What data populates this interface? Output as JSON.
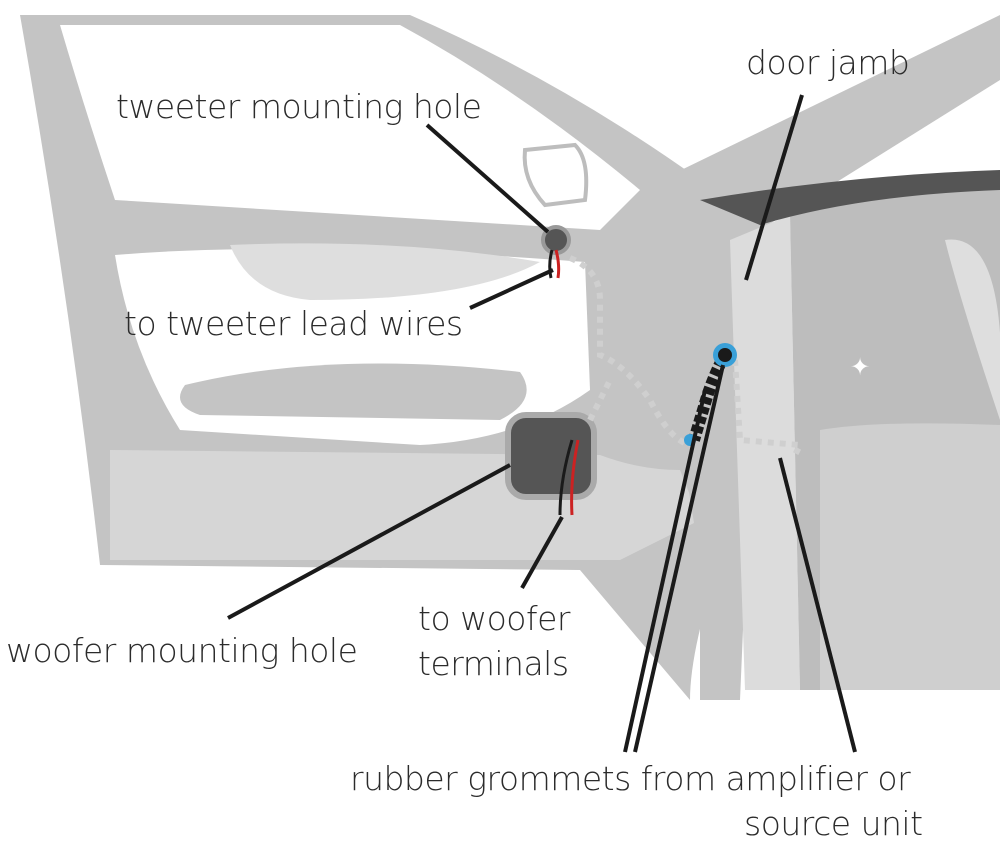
{
  "labels": {
    "door_jamb": "door jamb",
    "tweeter_hole": "tweeter mounting hole",
    "tweeter_wires": "to tweeter lead wires",
    "woofer_hole": "woofer mounting hole",
    "woofer_terminals_1": "to woofer",
    "woofer_terminals_2": "terminals",
    "grommets_1": "rubber grommets from amplifier or",
    "grommets_2": "source unit"
  },
  "colors": {
    "body_gray": "#bdbdbd",
    "light_gray": "#dedede",
    "dark_gray": "#555555",
    "wire_red": "#cc2222",
    "wire_black": "#1a1a1a",
    "grommet_blue": "#3aa0d8",
    "dotted_wire": "#cfcfcf"
  }
}
